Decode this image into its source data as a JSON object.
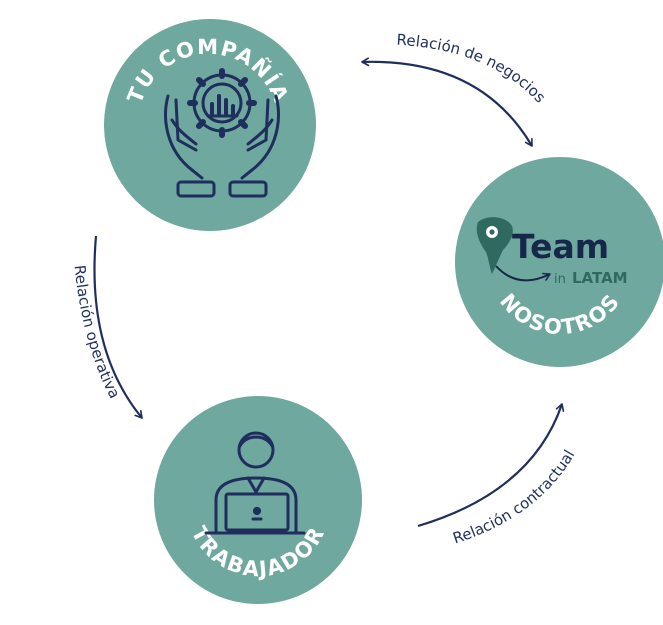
{
  "colors": {
    "circle_fill": "#6fa89f",
    "navy": "#1f2e5c",
    "team_dark": "#17274a",
    "latam_green": "#2f6a5f"
  },
  "nodes": {
    "company": {
      "label": "TU COMPAÑÍA",
      "icon": "hands-gear-chart-icon"
    },
    "us": {
      "label": "NOSOTROS",
      "logo_word": "Team",
      "logo_prefix": "in",
      "logo_suffix": "LATAM",
      "icon": "south-america-logo-icon"
    },
    "worker": {
      "label": "TRABAJADOR",
      "icon": "person-laptop-icon"
    }
  },
  "edges": {
    "business": "Relación de negocios",
    "operational": "Relación operativa",
    "contractual": "Relación contractual"
  }
}
